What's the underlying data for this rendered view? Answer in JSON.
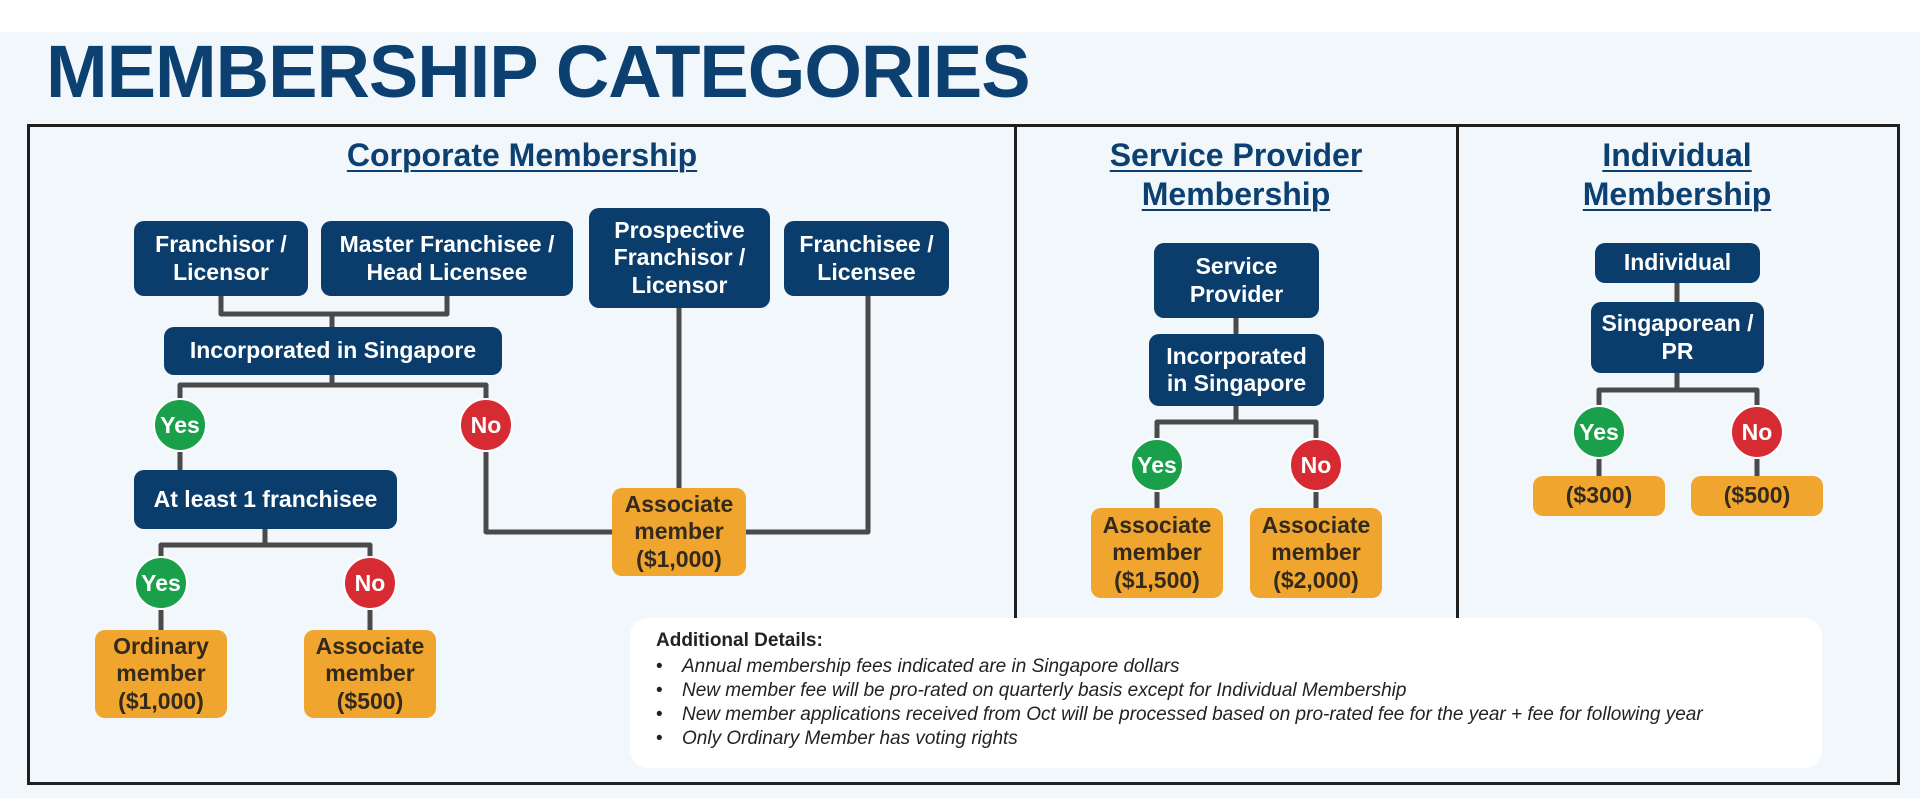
{
  "title": "MEMBERSHIP CATEGORIES",
  "colors": {
    "navy": "#0a3d6b",
    "orange": "#f0a52e",
    "yes_green": "#1a9f4a",
    "no_red": "#d62b32",
    "title_blue": "#0b4070"
  },
  "corporate": {
    "heading": "Corporate Membership",
    "franchisor": "Franchisor /\nLicensor",
    "master_franchisee": "Master Franchisee /\nHead Licensee",
    "prospective": "Prospective\nFranchisor /\nLicensor",
    "franchisee": "Franchisee /\nLicensee",
    "incorporated": "Incorporated in Singapore",
    "yes1": "Yes",
    "no1": "No",
    "at_least": "At least 1 franchisee",
    "yes2": "Yes",
    "no2": "No",
    "ordinary": "Ordinary\nmember\n($1,000)",
    "associate_500": "Associate\nmember\n($500)",
    "associate_1000": "Associate\nmember\n($1,000)"
  },
  "service": {
    "heading": "Service Provider\nMembership",
    "provider": "Service\nProvider",
    "incorporated": "Incorporated\nin Singapore",
    "yes": "Yes",
    "no": "No",
    "assoc_1500": "Associate\nmember\n($1,500)",
    "assoc_2000": "Associate\nmember\n($2,000)"
  },
  "individual": {
    "heading": "Individual\nMembership",
    "individual": "Individual",
    "singaporean": "Singaporean /\nPR",
    "yes": "Yes",
    "no": "No",
    "fee_300": "($300)",
    "fee_500": "($500)"
  },
  "details": {
    "title": "Additional Details:",
    "items": [
      "Annual membership fees indicated are in Singapore dollars",
      "New member fee will be pro-rated on quarterly basis except for Individual Membership",
      "New member applications received from Oct will be processed based on pro-rated fee for the year + fee for following year",
      "Only Ordinary Member has voting rights"
    ]
  }
}
